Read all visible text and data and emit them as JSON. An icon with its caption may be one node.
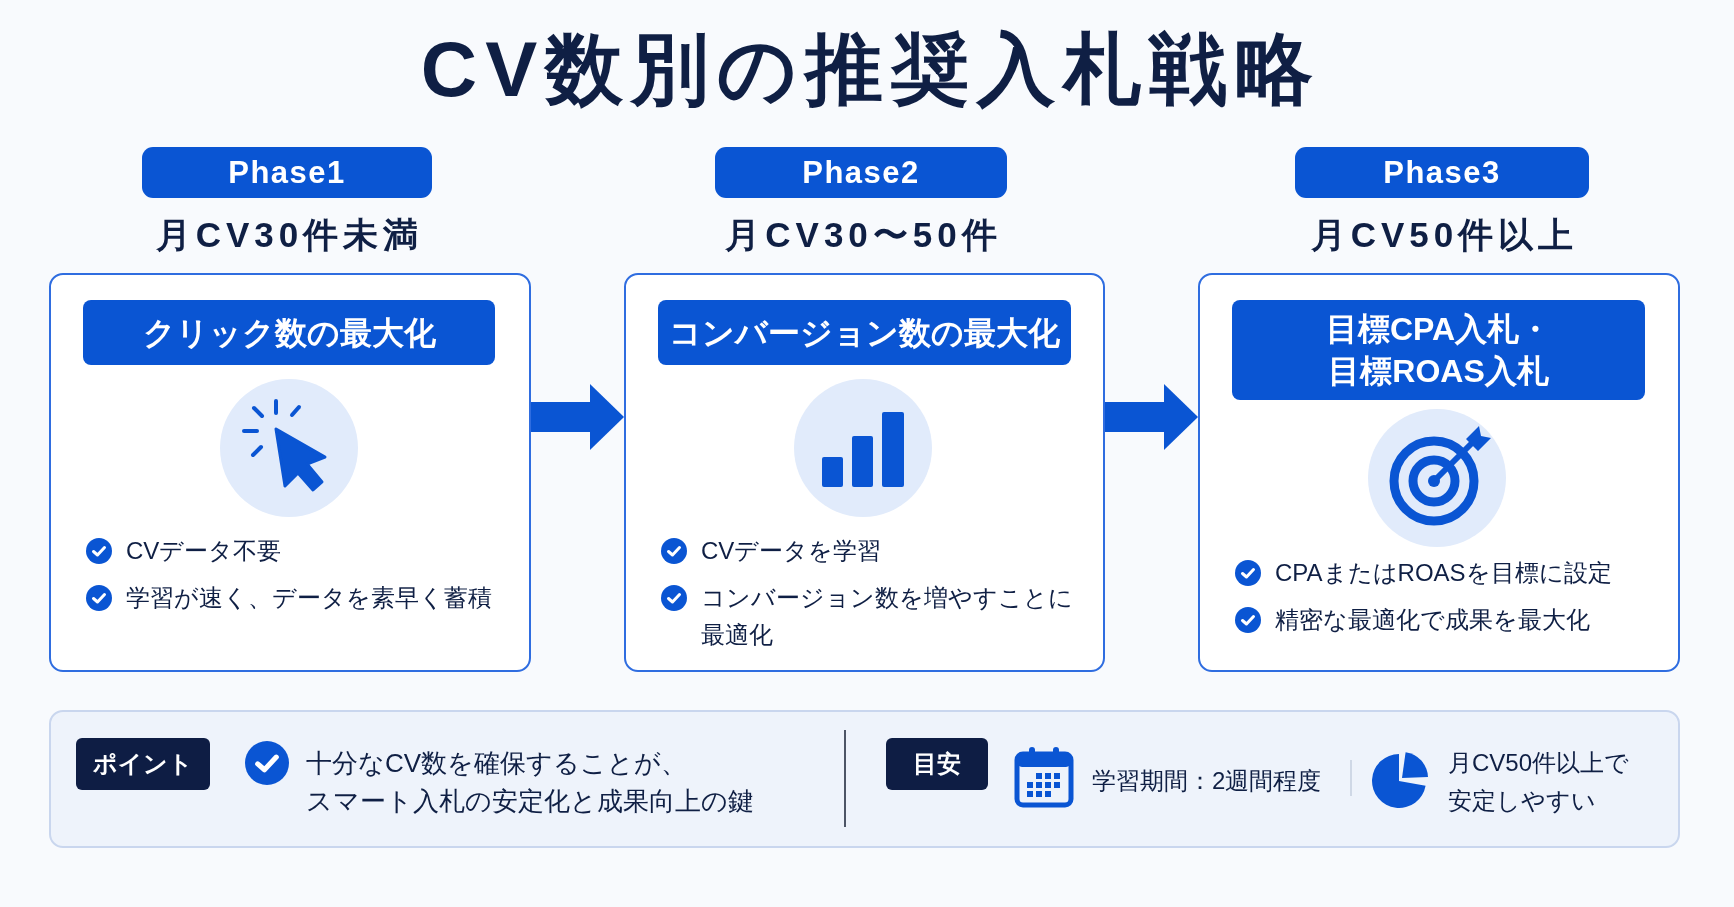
{
  "diagram": {
    "title": "CV数別の推奨入札戦略",
    "nodes": [
      {
        "text": [
          "Phase1"
        ],
        "beside": [
          "月CV30件未満"
        ]
      },
      {
        "text": [
          "CVデータ不要",
          "学習が速く、データを素早く蓄積"
        ]
      },
      {
        "text": [
          "クリック数の最大化"
        ],
        "in": 1
      },
      {
        "text": [
          "Phase2"
        ],
        "beside": [
          "月CV30〜50件"
        ]
      },
      {
        "text": [
          "CVデータを学習",
          "コンバージョン数を増やすことに最適化"
        ]
      },
      {
        "text": [
          "コンバージョン数の最大化"
        ],
        "in": 4
      },
      {
        "text": [
          "Phase3"
        ],
        "beside": [
          "月CV50件以上"
        ]
      },
      {
        "text": [
          "CPAまたはROASを目標に設定",
          "精密な最適化で成果を最大化"
        ]
      },
      {
        "text": [
          "目標CPA入札・目標ROAS入札"
        ],
        "in": 7
      },
      {
        "text": [
          "十分なCV数を確保することが、スマート入札の安定化と成果向上の鍵",
          "学習期間：2週間程度",
          "月CV50件以上で安定しやすい"
        ]
      },
      {
        "text": [
          "ポイント"
        ],
        "in": 9
      },
      {
        "text": [
          "目安"
        ],
        "in": 9
      }
    ],
    "edges": [
      {
        "from": 1,
        "to": 4,
        "arrow": "to"
      },
      {
        "from": 4,
        "to": 7,
        "arrow": "to"
      }
    ]
  }
}
